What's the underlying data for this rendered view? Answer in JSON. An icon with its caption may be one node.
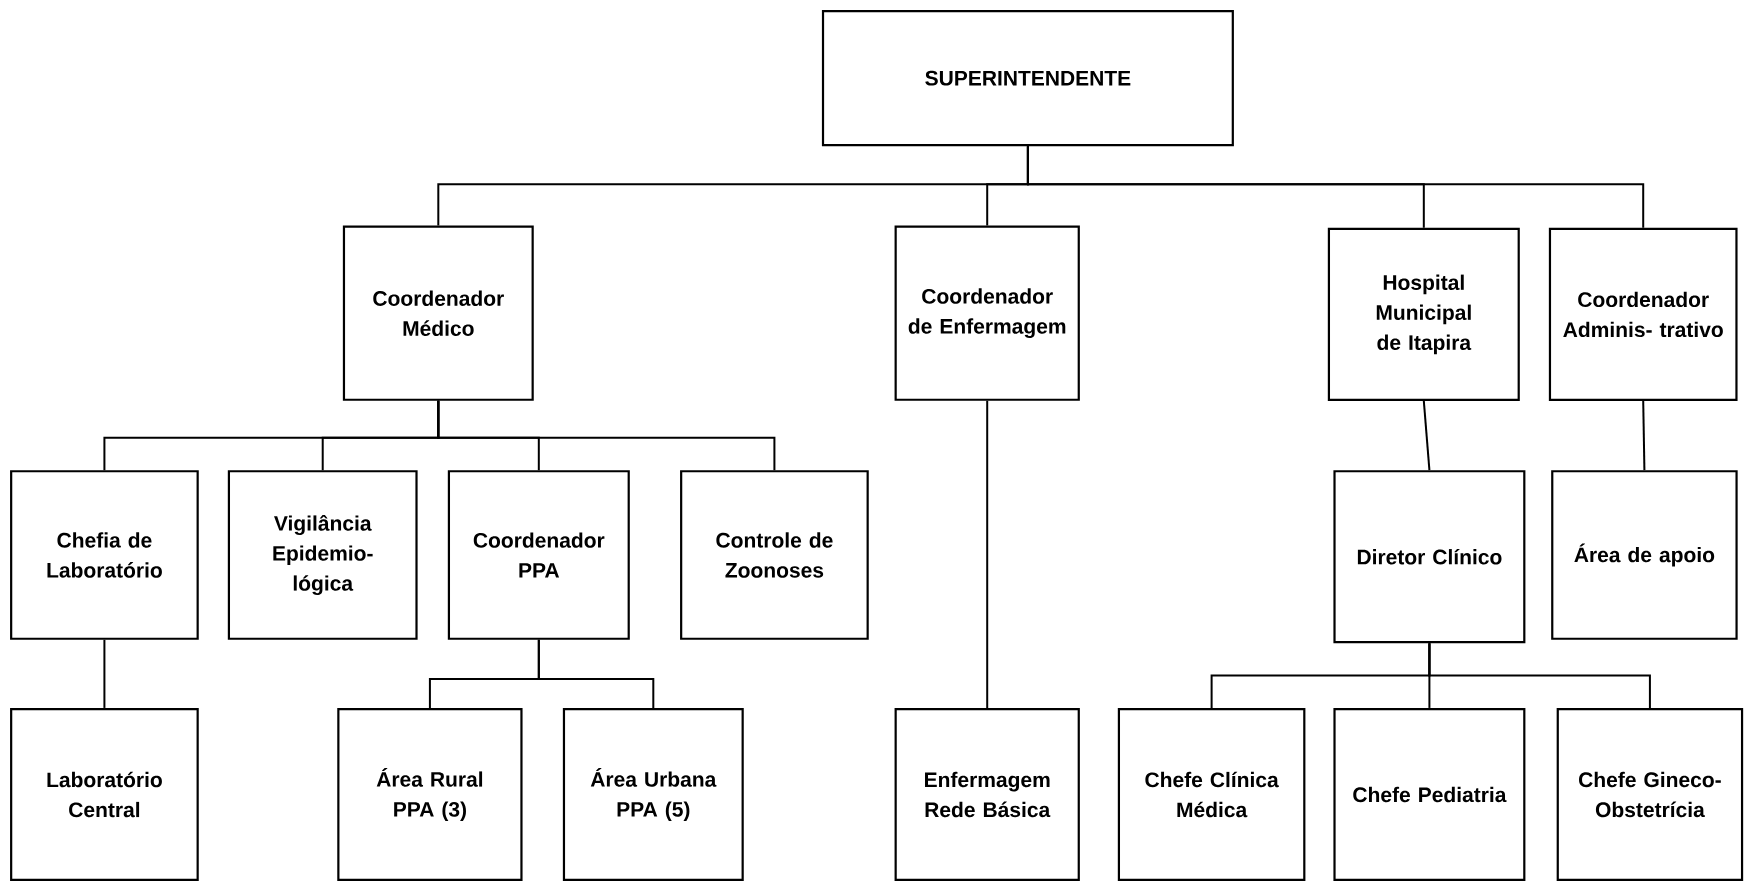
{
  "diagram": {
    "nodes": [
      {
        "text": [
          "SUPERINTENDENTE"
        ]
      },
      {
        "text": [
          "Coordenador Médico"
        ]
      },
      {
        "text": [
          "Coordenador de Enfermagem"
        ]
      },
      {
        "text": [
          "Hospital Municipal de Itapira"
        ]
      },
      {
        "text": [
          "Coordenador Adminis- trativo"
        ]
      },
      {
        "text": [
          "Chefia de Laboratório"
        ]
      },
      {
        "text": [
          "Vigilância Epidemio- lógica"
        ]
      },
      {
        "text": [
          "Coordenador PPA"
        ]
      },
      {
        "text": [
          "Controle de Zoonoses"
        ]
      },
      {
        "text": [
          "Diretor Clínico"
        ]
      },
      {
        "text": [
          "Área de apoio"
        ]
      },
      {
        "text": [
          "Laboratório Central"
        ]
      },
      {
        "text": [
          "Área Rural PPA (3)"
        ]
      },
      {
        "text": [
          "Área Urbana PPA (5)"
        ]
      },
      {
        "text": [
          "Enfermagem Rede Básica"
        ]
      },
      {
        "text": [
          "Chefe Clínica Médica"
        ]
      },
      {
        "text": [
          "Chefe Pediatria"
        ]
      },
      {
        "text": [
          "Chefe Gineco- Obstetrícia"
        ]
      }
    ],
    "edges": [
      {
        "from": 0,
        "to": 1,
        "arrow": "none"
      },
      {
        "from": 0,
        "to": 2,
        "arrow": "none"
      },
      {
        "from": 0,
        "to": 3,
        "arrow": "none"
      },
      {
        "from": 0,
        "to": 4,
        "arrow": "none"
      },
      {
        "from": 1,
        "to": 5,
        "arrow": "none"
      },
      {
        "from": 1,
        "to": 6,
        "arrow": "none"
      },
      {
        "from": 1,
        "to": 7,
        "arrow": "none"
      },
      {
        "from": 1,
        "to": 8,
        "arrow": "none"
      },
      {
        "from": 2,
        "to": 14,
        "arrow": "none"
      },
      {
        "from": 3,
        "to": 9,
        "arrow": "none"
      },
      {
        "from": 4,
        "to": 10,
        "arrow": "none"
      },
      {
        "from": 5,
        "to": 11,
        "arrow": "none"
      },
      {
        "from": 7,
        "to": 12,
        "arrow": "none"
      },
      {
        "from": 7,
        "to": 13,
        "arrow": "none"
      },
      {
        "from": 9,
        "to": 15,
        "arrow": "none"
      },
      {
        "from": 9,
        "to": 16,
        "arrow": "none"
      },
      {
        "from": 9,
        "to": 17,
        "arrow": "none"
      }
    ]
  }
}
